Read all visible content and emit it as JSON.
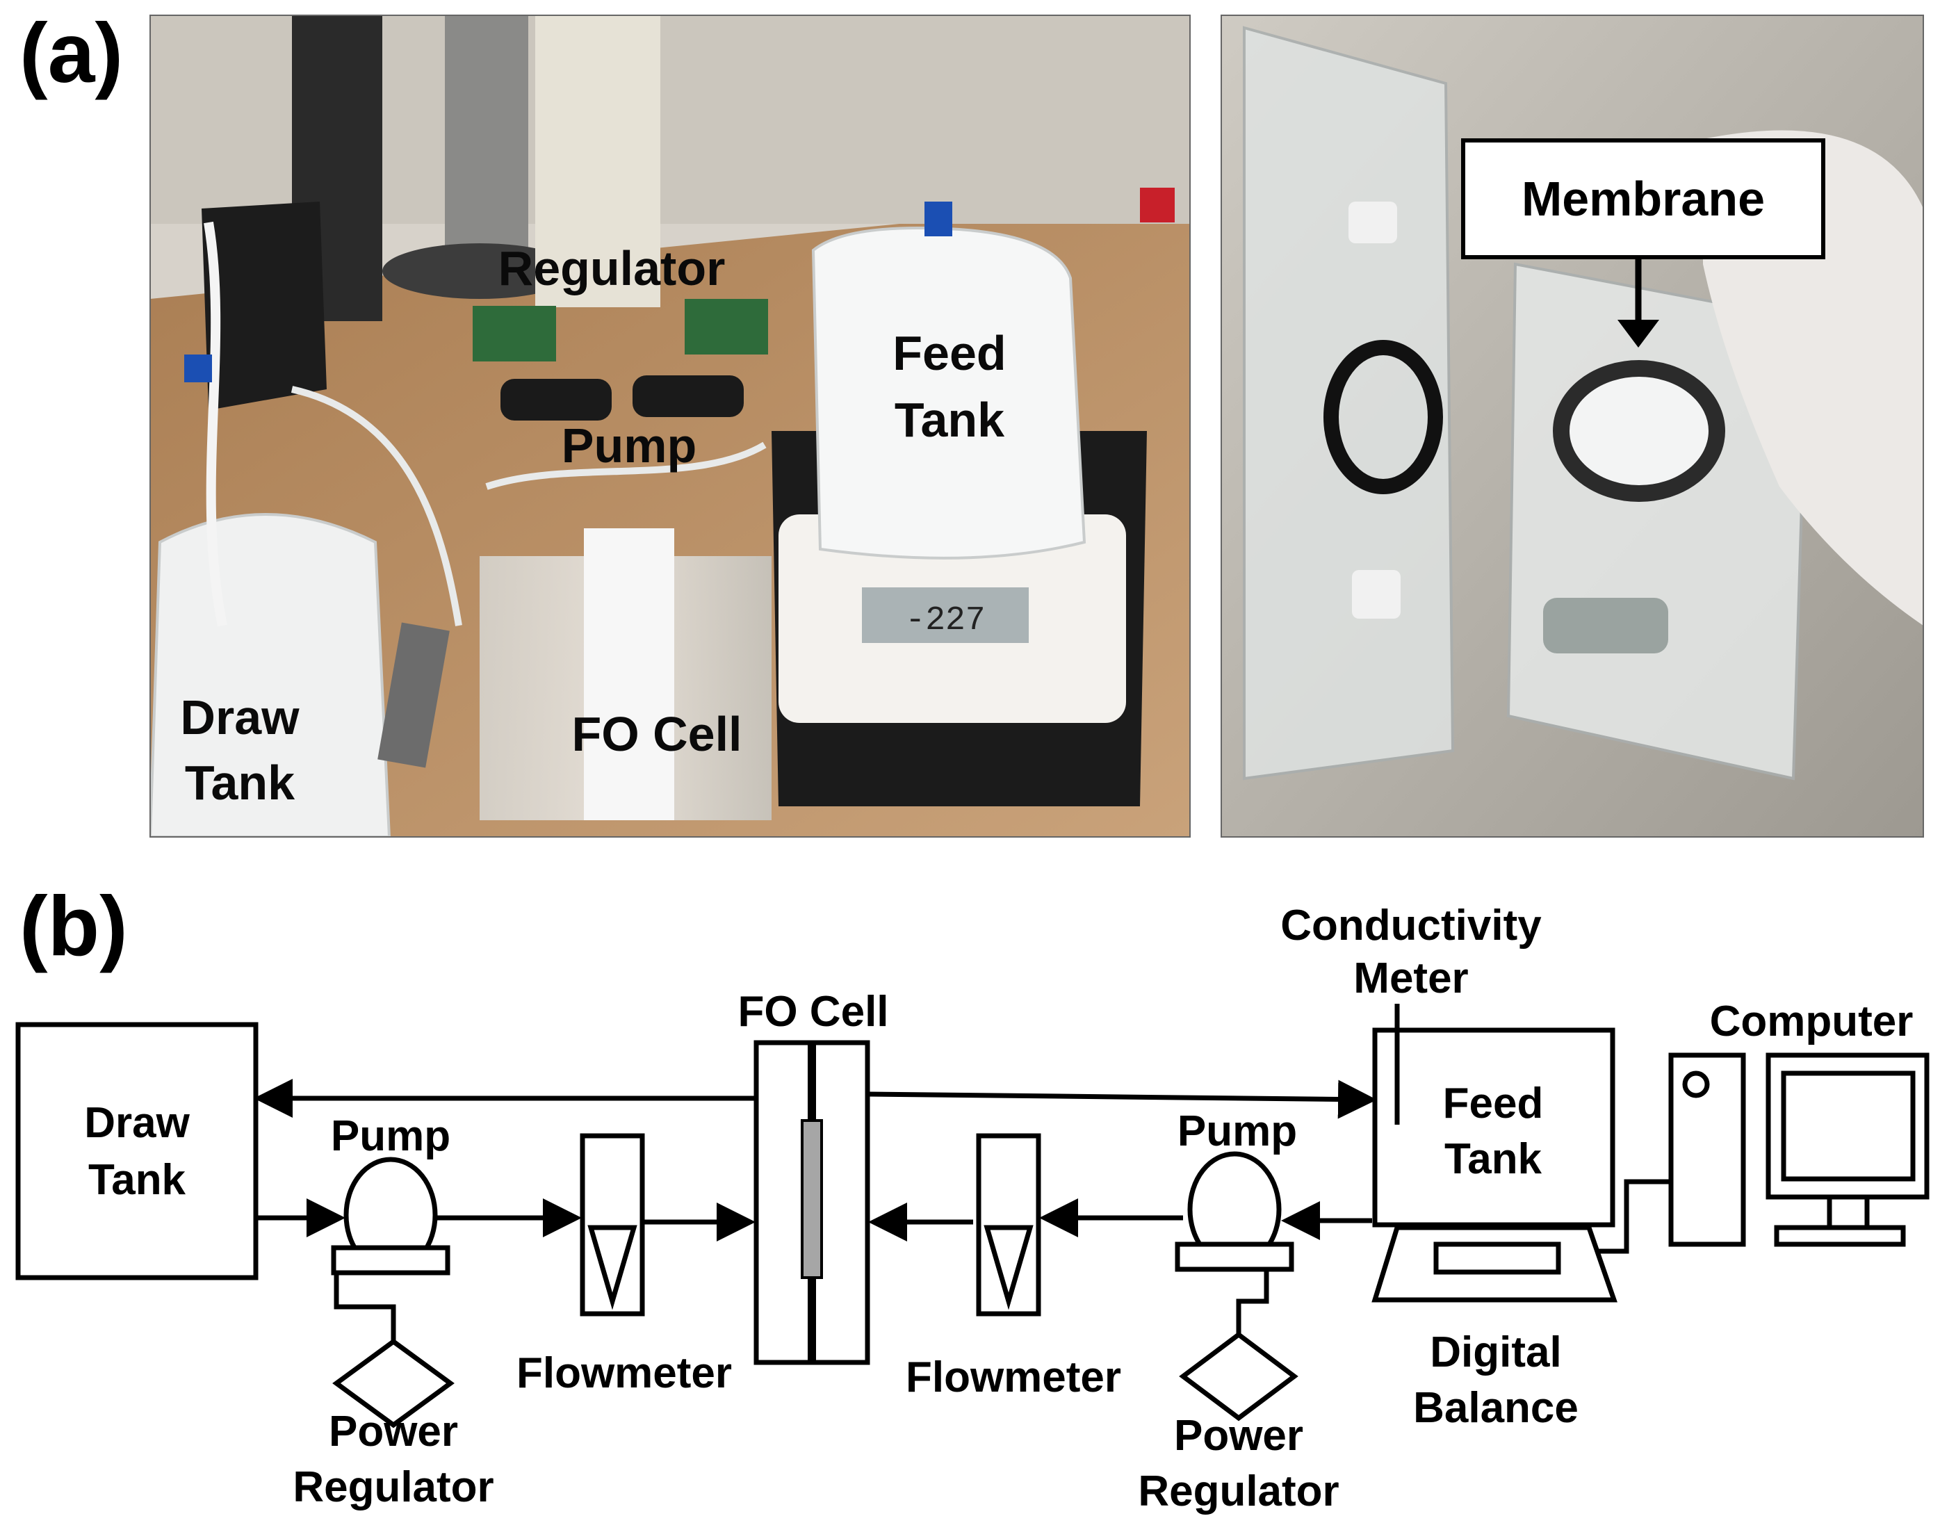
{
  "panel_a": {
    "tag": "(a)",
    "photo_left_labels": {
      "regulator": "Regulator",
      "feed_tank_line1": "Feed",
      "feed_tank_line2": "Tank",
      "pump": "Pump",
      "draw_tank_line1": "Draw",
      "draw_tank_line2": "Tank",
      "fo_cell": "FO Cell",
      "balance_readout": "-227"
    },
    "photo_right_labels": {
      "membrane": "Membrane"
    }
  },
  "panel_b": {
    "tag": "(b)",
    "draw_tank_line1": "Draw",
    "draw_tank_line2": "Tank",
    "pump_left": "Pump",
    "pump_right": "Pump",
    "flowmeter_left": "Flowmeter",
    "flowmeter_right": "Flowmeter",
    "fo_cell": "FO Cell",
    "power_regulator_left_line1": "Power",
    "power_regulator_left_line2": "Regulator",
    "power_regulator_right_line1": "Power",
    "power_regulator_right_line2": "Regulator",
    "conductivity_line1": "Conductivity",
    "conductivity_line2": "Meter",
    "feed_tank_line1": "Feed",
    "feed_tank_line2": "Tank",
    "computer": "Computer",
    "digital_balance_line1": "Digital",
    "digital_balance_line2": "Balance"
  },
  "colors": {
    "ink": "#000000",
    "photo_bench": "#b58a5e",
    "photo_bg": "#cfcac2",
    "membrane_bg": "#b9b5ad"
  }
}
